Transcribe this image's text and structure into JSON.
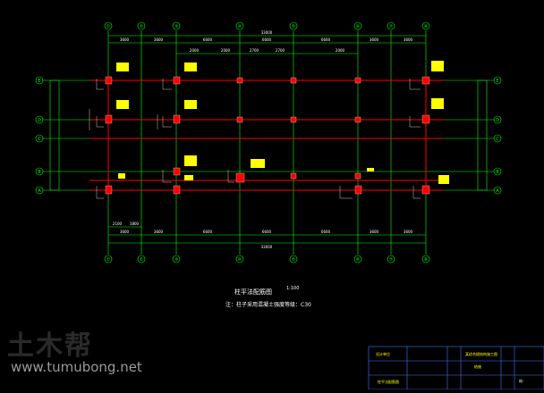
{
  "drawing": {
    "title": "柱平法配筋图",
    "scale": "1:100",
    "note": "注：柱子采用混凝土强度等级：C30"
  },
  "axes": {
    "top": [
      "①",
      "②",
      "③",
      "④",
      "⑤",
      "⑥",
      "⑦",
      "⑧"
    ],
    "bottom": [
      "①",
      "②",
      "③",
      "④",
      "⑤",
      "⑥",
      "⑦",
      "⑧"
    ],
    "left": [
      "E",
      "D",
      "C",
      "B",
      "A"
    ],
    "right": [
      "E",
      "D",
      "C",
      "B",
      "A"
    ]
  },
  "dimensions": {
    "top_total": "33000",
    "top_spans": [
      "3600",
      "3600",
      "6600",
      "6600",
      "6600",
      "3600",
      "3600"
    ],
    "inner_spans": [
      "2000",
      "2000",
      "2700",
      "2700",
      "2000"
    ],
    "bottom_total": "33000",
    "bottom_spans": [
      "3600",
      "3600",
      "6600",
      "6600",
      "6600",
      "3600",
      "3600"
    ],
    "bottom_left_a": "2100",
    "bottom_left_b": "1800"
  },
  "title_block": {
    "designer": "设计单位",
    "project": "某综合楼结构施工图",
    "drawing_name": "柱平法配筋图",
    "stage": "结施",
    "sheet": "结-"
  },
  "watermark": {
    "logo": "土木帮",
    "url": "www.tumubong.net"
  },
  "colors": {
    "grid": "#00ff00",
    "beam": "#ff0000",
    "column": "#ff0000",
    "annotation": "#ffff00",
    "titleblock": "#3a7bff"
  }
}
